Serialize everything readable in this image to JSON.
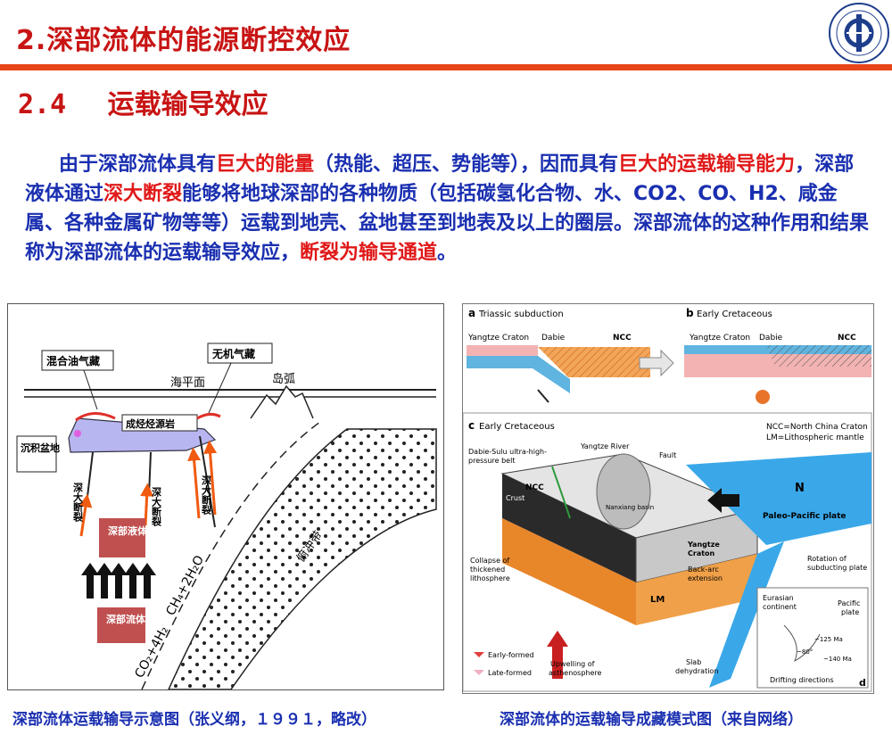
{
  "header": {
    "title": "2.深部流体的能源断控效应"
  },
  "section": {
    "number": "2.4",
    "title": "运载输导效应"
  },
  "paragraph": {
    "s1": "由于深部流体具有",
    "h1": "巨大的能量",
    "s2": "（热能、超压、势能等），因而具有",
    "h2": "巨大的运载输导能力",
    "s3": "，深部液体通过",
    "h3": "深大断裂",
    "s4": "能够将地球深部的各种物质（包括碳氢化合物、水、CO2、CO、H2、咸金属、各种金属矿物等等）运载到地壳、盆地甚至到地表及以上的圈层。深部流体的这种作用和结果称为深部流体的运载输导效应，",
    "h4": "断裂为输导通道",
    "s5": "。"
  },
  "left_figure": {
    "label_mixed_gas": "混合油气藏",
    "label_inorganic_gas": "无机气藏",
    "label_sea_level": "海平面",
    "label_island_arc": "岛弧",
    "label_hydrocarbon_rock": "成烃烃源岩",
    "label_basin": "沉积盆地",
    "label_fault_1": "深大断裂",
    "label_fault_2": "深大断裂",
    "label_fault_3": "深大断裂",
    "label_deep_liquid": "深部液体",
    "label_deep_fluid": "深部流体",
    "label_subduction_zone": "俯冲带",
    "label_reaction_1": "CO₂+4H₂",
    "label_reaction_2": "CH₄+2H₂O"
  },
  "right_figure": {
    "panel_a": "a",
    "panel_a_title": "Triassic subduction",
    "panel_b": "b",
    "panel_b_title": "Early Cretaceous",
    "panel_c": "c",
    "panel_c_title": "Early Cretaceous",
    "panel_d": "d",
    "yangtze_craton": "Yangtze Craton",
    "dabie": "Dabie",
    "ncc": "NCC",
    "legend_ncc": "NCC=North China Craton",
    "legend_lm": "LM=Lithospheric mantle",
    "dabie_sulu": "Dabie-Sulu ultra-high-",
    "pressure_belt": "pressure belt",
    "yangtze_river": "Yangtze River",
    "fault": "Fault",
    "crust": "Crust",
    "nanxiang_basin": "Nanxiang basin",
    "paleo_pacific": "Paleo-Pacific plate",
    "yangtze": "Yangtze",
    "craton": "Craton",
    "back_arc": "Back-arc",
    "extension": "extension",
    "rotation_1": "Rotation of",
    "rotation_2": "subducting plate",
    "collapse_1": "Collapse of",
    "collapse_2": "thickened",
    "collapse_3": "lithosphere",
    "lm": "LM",
    "eurasian_1": "Eurasian",
    "eurasian_2": "continent",
    "pacific_1": "Pacific",
    "pacific_2": "plate",
    "ma_125": "~125 Ma",
    "ma_80": "~80°",
    "ma_140": "~140 Ma",
    "drifting": "Drifting directions",
    "early_formed": "Early-formed",
    "late_formed": "Late-formed",
    "upwelling_1": "Upwelling of",
    "upwelling_2": "asthenosphere",
    "slab_1": "Slab",
    "slab_2": "dehydration",
    "north_mark": "N"
  },
  "captions": {
    "left": "深部流体运载输导示意图（张义纲，１９９１，略改）",
    "right": "深部流体的运载输导成藏模式图（来自网络）"
  },
  "colors": {
    "title_red": "#c81414",
    "rule_orange": "#e8451a",
    "body_blue": "#1a2fb0",
    "highlight_red": "#e01818"
  }
}
